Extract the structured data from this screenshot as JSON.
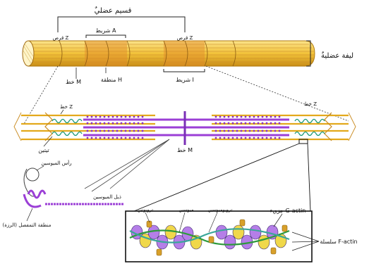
{
  "labels": {
    "sarcomere": "ٌقسيم عضلي",
    "muscle_fiber": "ٌليفة عضلية",
    "z_disc_left": "قرص Z",
    "z_disc_right": "قرص Z",
    "a_band": "شريط A",
    "m_line": "خط M",
    "h_zone": "منطقة H",
    "i_band": "شريط I",
    "z_line_mid": "خط Z",
    "z_line_right": "خط Z",
    "titin": "تيتين",
    "m_line_mid": "خط M",
    "myosin_head": "رأس الميوسين",
    "myosin_tail": "ذيل الميوسين",
    "hinge_region": "منطقة التمفصل (الرزة)",
    "troponin": "تروبونين",
    "tropomyosin": "تروبوميوسين",
    "myosin_strand": "ميوسين",
    "g_actin": "جزيء G-actin",
    "f_actin": "سلسلة F-actin"
  },
  "colors": {
    "fiber": "#f2c23a",
    "fiber_dark": "#d89a1f",
    "band_stripe": "#c77a1e",
    "myosin": "#9b3fd6",
    "myosin_light": "#c79af0",
    "actin_green": "#2e9a3c",
    "actin_teal": "#3aa79a",
    "troponin": "#d8a02a",
    "actin_blob_purple": "#b57ee8",
    "actin_blob_yellow": "#f0d84a"
  }
}
